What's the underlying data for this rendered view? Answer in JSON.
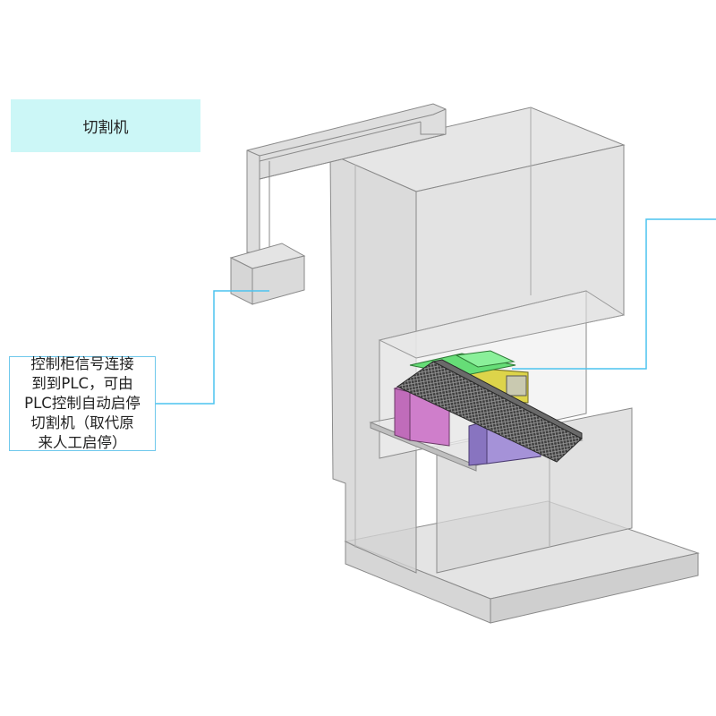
{
  "title": "切割机",
  "callout": {
    "lines": [
      "控制柜信号连接",
      "到到PLC，可由",
      "PLC控制自动启停",
      "切割机（取代原",
      "来人工启停）"
    ]
  },
  "colors": {
    "title_bg": "#ccf7f7",
    "leader_line": "#4cc3ef",
    "housing_fill": "#dcdcdc",
    "housing_edge": "#8a8a8a",
    "block_magenta": "#c06cba",
    "block_purple": "#9c84cf",
    "green_plate": "#66dd77",
    "yellow_unit": "#ddd44a",
    "dark_conveyor": "#4a4a4a"
  }
}
